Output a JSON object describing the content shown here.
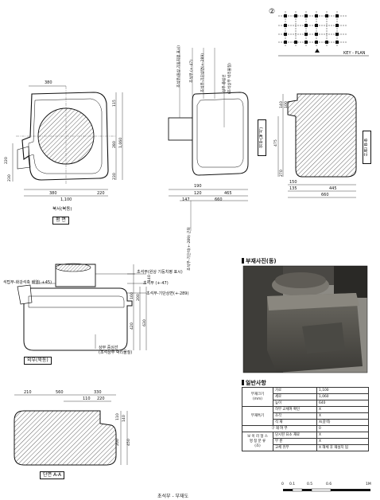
{
  "key_plan": {
    "marker": "②",
    "caption": "KEY - PLAN"
  },
  "plan_view": {
    "dims_top": [
      "380"
    ],
    "dims_left": [
      "220",
      "230"
    ],
    "dims_right": [
      "115",
      "280",
      "1,060",
      "230"
    ],
    "dims_bottom": [
      "380",
      "220",
      "1,100"
    ],
    "label_sub": "북서(북동)",
    "title": "평 면"
  },
  "side_view": {
    "callouts": [
      "초석부(원상 기둥치평 표시)",
      "초석부 (+-47)",
      "초석부-기단상면(+-289)",
      "상부 중심선",
      "(초석상부 박리물질)"
    ],
    "callouts_bottom": "초석부-기단석(+-289) 근처",
    "dims_bottom": [
      "190",
      "120",
      "465",
      "147",
      "660"
    ],
    "side_label": "외부(북서)"
  },
  "section_bb": {
    "dims_left": [
      "140",
      "100",
      "475",
      "270"
    ],
    "dims_bottom": [
      "150",
      "135",
      "445",
      "660"
    ],
    "title": "단면 B-B"
  },
  "elevation": {
    "callouts": [
      "초석부(원상 기둥치평 표시)",
      "초석부 (+-47)",
      "초석부-기단상면(+-289)"
    ],
    "left_callout": "석탑부-화강석축 배열(-+45)",
    "dims_right": [
      "140",
      "160",
      "200",
      "420",
      "630"
    ],
    "bottom_callout_1": "상부 중심선",
    "bottom_callout_2": "(초석상부 박리물질)",
    "title": "외부(북동)"
  },
  "section_aa": {
    "dims_top": [
      "210",
      "560",
      "330"
    ],
    "dims_top2": [
      "110",
      "220"
    ],
    "dims_right": [
      "110",
      "140",
      "200",
      "450"
    ],
    "title": "단면 A-A"
  },
  "photo": {
    "title": "부재사진(동)"
  },
  "general": {
    "title": "일반사항",
    "rows": [
      {
        "group": "부재크기\n(mm)",
        "key": "가로",
        "value": "1,100"
      },
      {
        "group": "",
        "key": "세로",
        "value": "1,060"
      },
      {
        "group": "",
        "key": "높이",
        "value": "640"
      },
      {
        "group": "부재특기",
        "key": "하부 교체여 확인",
        "value": "X"
      },
      {
        "group": "",
        "key": "조각",
        "value": "X"
      },
      {
        "group": "",
        "key": "석 재",
        "value": "X(갈색)"
      },
      {
        "group": "구 재 여 부",
        "key": "",
        "value": "0"
      },
      {
        "group": "보 이 러 형 스\n명 칭 분 류\n(조)",
        "key": "당시된 요소 재료",
        "value": "X"
      },
      {
        "group": "",
        "key": "부 륜",
        "value": "X"
      },
      {
        "group": "",
        "key": "교체 유무",
        "value": "X 해체 후 재설치 됨"
      }
    ]
  },
  "scale_bar": {
    "ticks": [
      "0",
      "0.1",
      "0.5",
      "0.6",
      "1M"
    ]
  },
  "footer": {
    "text": "초석부 - 부재도"
  }
}
